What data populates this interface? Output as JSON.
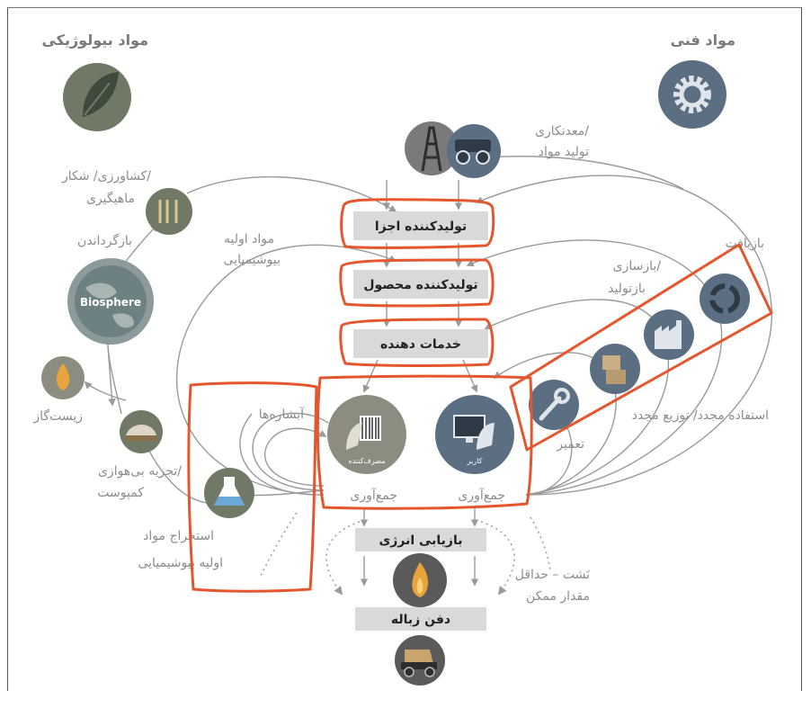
{
  "titles": {
    "biological": "مواد بیولوژیکی",
    "technical": "مواد فنی"
  },
  "biological": {
    "farming": [
      "کشاورزی/ شکار/",
      "ماهیگیری"
    ],
    "regeneration": "بازگرداندن",
    "biosphere": "Biosphere",
    "biochemical_feedstock": [
      "مواد اولیه",
      "بیوشیمیایی"
    ],
    "biogas": "زیست‌گاز",
    "anaerobic": [
      "تجزیه بی‌هوازی/",
      "کمپوست"
    ],
    "extraction": [
      "استخراج مواد",
      "اولیه بیوشیمیایی"
    ],
    "cascades": "آبشاره‌ها"
  },
  "technical": {
    "mining": [
      "معدنکاری/",
      "تولید مواد"
    ],
    "recycle": "بازیافت",
    "refurbish": [
      "بازسازی/",
      "بازتولید"
    ],
    "reuse": "استفاده مجدد/ توزیع مجدد",
    "maintenance": "تعمیر",
    "leakage": [
      "نَشت – حداقل",
      "مقدار ممکن"
    ]
  },
  "chain": {
    "parts": "تولیدکننده اجزا",
    "product": "تولیدکننده محصول",
    "service": "خدمات دهنده",
    "energy": "بازیابی انرژی",
    "landfill": "دفن زباله"
  },
  "users": {
    "consumer": "مصرف‌کننده",
    "user": "کاربر",
    "collection_left": "جمع‌آوری",
    "collection_right": "جمع‌آوری"
  },
  "colors": {
    "bio_dark": "#707866",
    "tech_dark": "#5c6f82",
    "box": "#d9d9d9",
    "highlight": "#e4572e"
  }
}
